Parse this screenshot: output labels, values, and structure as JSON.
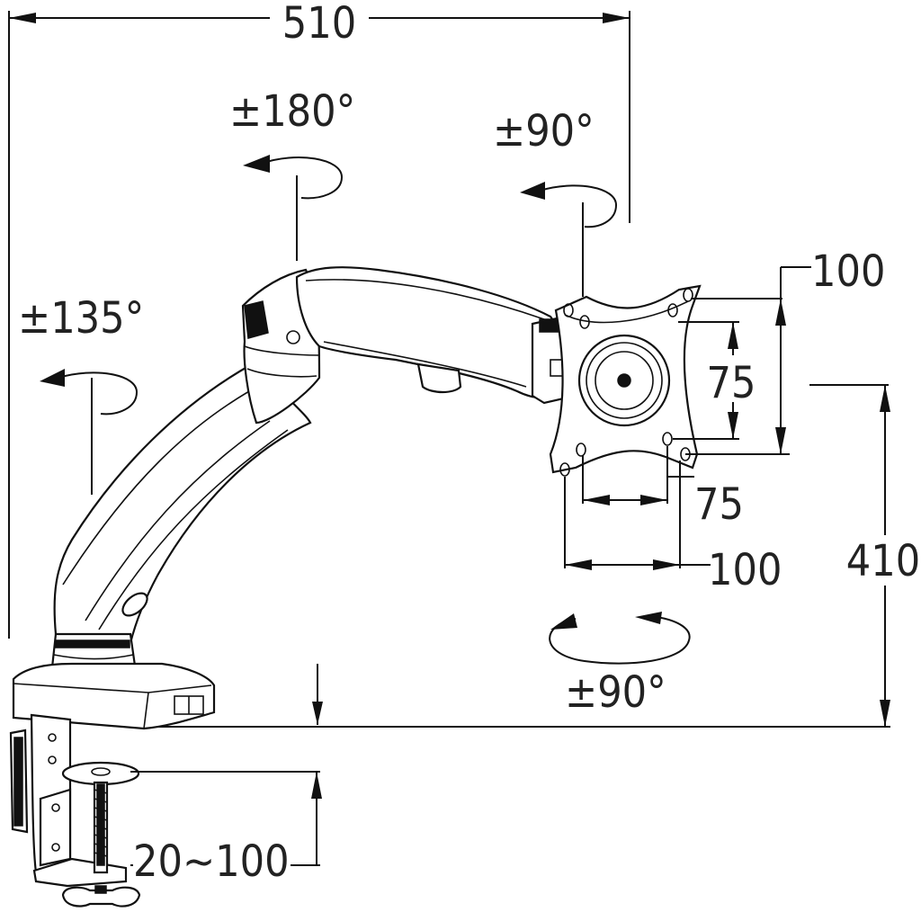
{
  "diagram": {
    "dimensions": {
      "overall_width": "510",
      "height": "410",
      "clamp_range": "20~100",
      "vesa_outer_v": "100",
      "vesa_inner_v": "75",
      "vesa_inner_h": "75",
      "vesa_outer_h": "100"
    },
    "rotations": {
      "arm_swivel": "±180°",
      "base_swivel": "±135°",
      "head_swivel": "±90°",
      "plate_rotation": "±90°"
    }
  }
}
